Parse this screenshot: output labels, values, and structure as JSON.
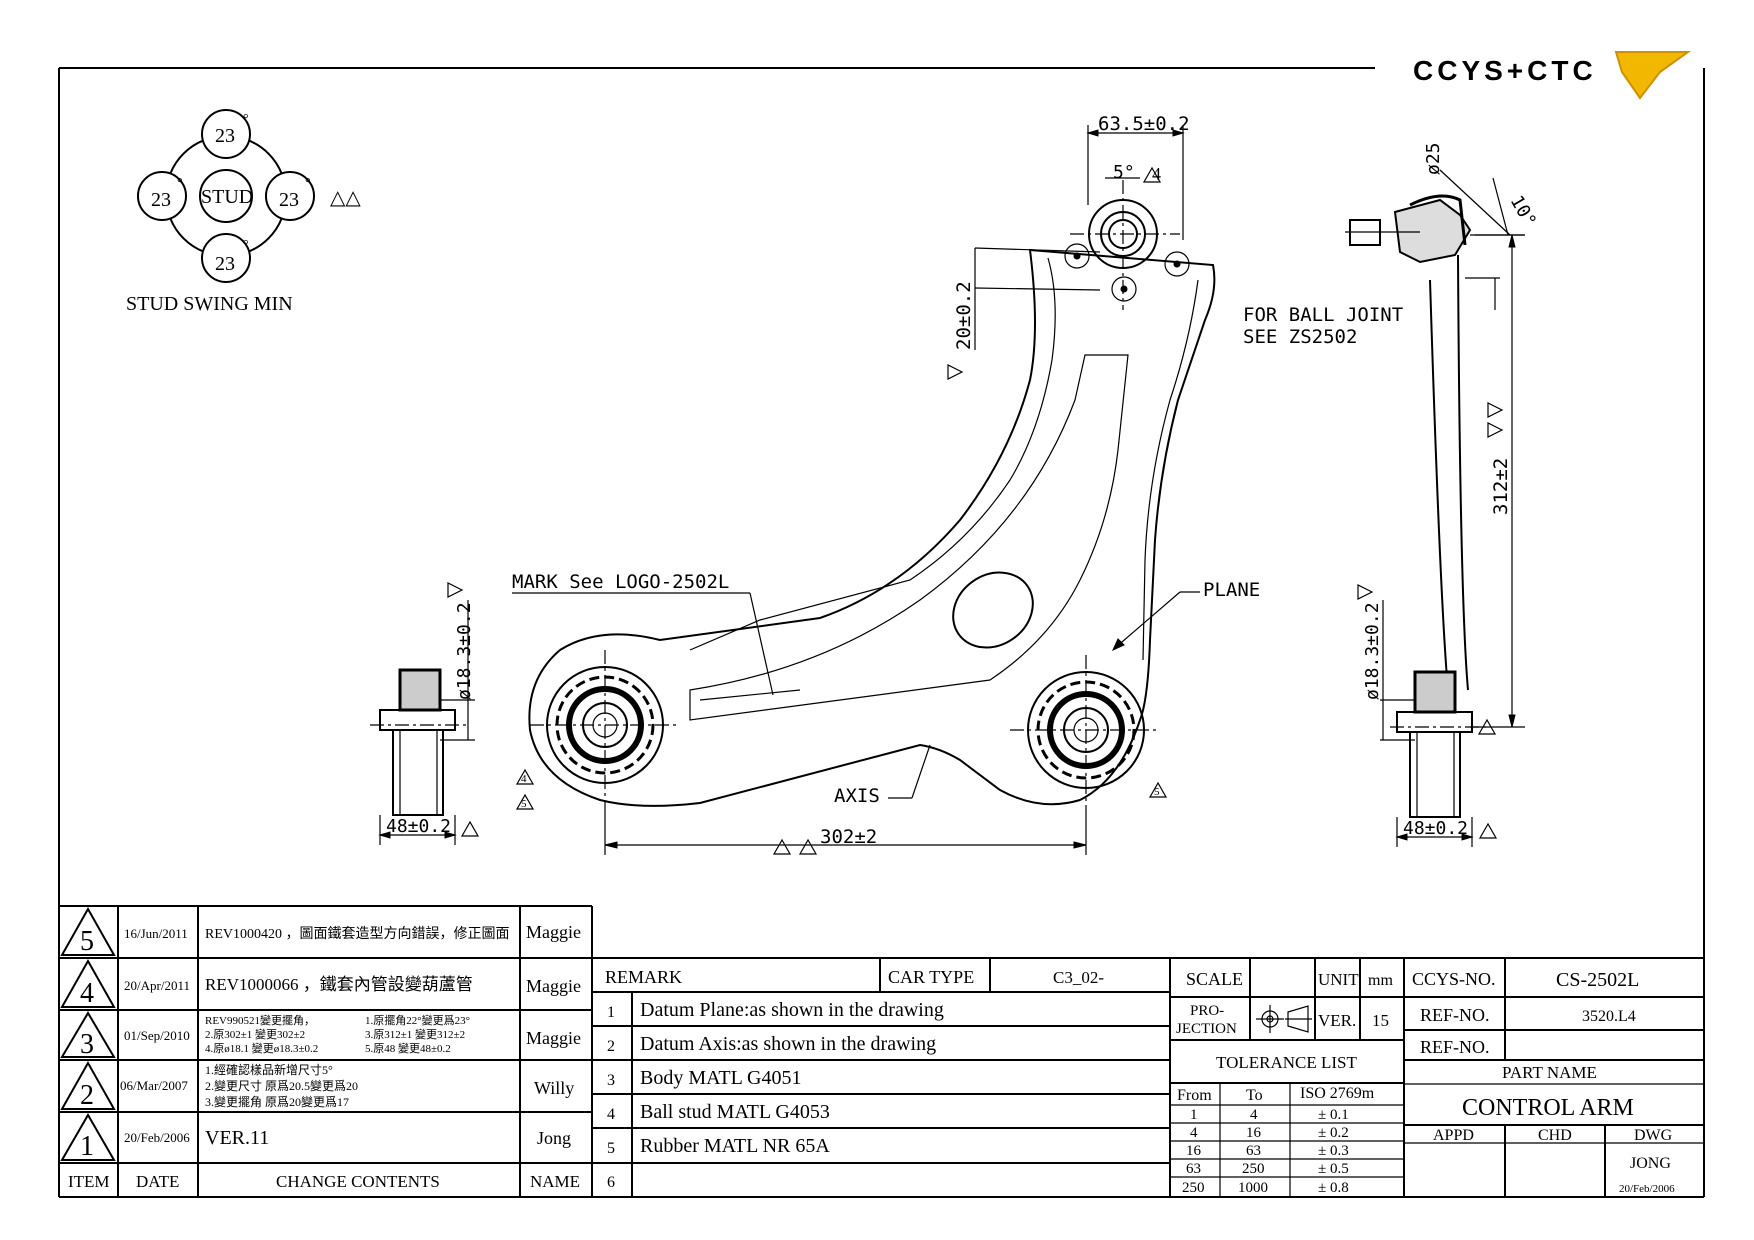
{
  "logo": {
    "text": "CCYS+CTC"
  },
  "stud": {
    "center_label": "STUD",
    "angle_top": "23",
    "angle_left": "23",
    "angle_right": "23",
    "angle_bottom": "23",
    "degree_symbol": "°",
    "caption": "STUD SWING MIN",
    "rev_marks": "△△"
  },
  "dims": {
    "top_width": "63.5±0.2",
    "top_angle": "5°",
    "vert_20": "20±0.2",
    "dia_25": "ø25",
    "angle_10": "10°",
    "ball_joint_l1": "FOR BALL JOINT",
    "ball_joint_l2": "SEE ZS2502",
    "len_312": "312±2",
    "mark_logo": "MARK See LOGO-2502L",
    "plane": "PLANE",
    "axis": "AXIS",
    "len_302": "302±2",
    "dia_left": "ø18.3±0.2",
    "dia_right": "ø18.3±0.2",
    "width_left": "48±0.2",
    "width_right": "48±0.2",
    "rev4": "4",
    "rev5": "5"
  },
  "revisions": [
    {
      "item": "5",
      "date": "16/Jun/2011",
      "content": [
        "REV1000420 ，圖面鐵套造型方向錯誤，修正圖面"
      ],
      "name": "Maggie"
    },
    {
      "item": "4",
      "date": "20/Apr/2011",
      "content": [
        "REV1000066 ，鐵套內管設變葫蘆管"
      ],
      "name": "Maggie"
    },
    {
      "item": "3",
      "date": "01/Sep/2010",
      "content": [
        "REV990521變更擺角，",
        "1.原擺角22°變更爲23°",
        "2.原302±1 變更302±2",
        "3.原312±1 變更312±2",
        "4.原ø18.1 變更ø18.3±0.2",
        "5.原48 變更48±0.2"
      ],
      "name": "Maggie"
    },
    {
      "item": "2",
      "date": "06/Mar/2007",
      "content": [
        "1.經確認樣品新增尺寸5°",
        "2.變更尺寸 原爲20.5變更爲20",
        "3.變更擺角 原爲20變更爲17"
      ],
      "name": "Willy"
    },
    {
      "item": "1",
      "date": "20/Feb/2006",
      "content": [
        "VER.11"
      ],
      "name": "Jong"
    }
  ],
  "rev_header": {
    "item": "ITEM",
    "date": "DATE",
    "content": "CHANGE CONTENTS",
    "name": "NAME"
  },
  "remarks": {
    "header": "REMARK",
    "car_type_label": "CAR TYPE",
    "car_type_value": "C3_02-",
    "rows": [
      {
        "no": "1",
        "text": "Datum Plane:as shown in the drawing"
      },
      {
        "no": "2",
        "text": "Datum Axis:as shown in the drawing"
      },
      {
        "no": "3",
        "text": "Body MATL G4051"
      },
      {
        "no": "4",
        "text": "Ball stud MATL G4053"
      },
      {
        "no": "5",
        "text": "Rubber MATL NR 65A"
      },
      {
        "no": "6",
        "text": ""
      }
    ]
  },
  "tolerance": {
    "scale_label": "SCALE",
    "unit_label": "UNIT",
    "unit_value": "mm",
    "projection_label_1": "PRO-",
    "projection_label_2": "JECTION",
    "ver_label": "VER.",
    "ver_value": "15",
    "title": "TOLERANCE LIST",
    "col_from": "From",
    "col_to": "To",
    "col_iso": "ISO 2769m",
    "rows": [
      {
        "from": "1",
        "to": "4",
        "tol": "± 0.1"
      },
      {
        "from": "4",
        "to": "16",
        "tol": "± 0.2"
      },
      {
        "from": "16",
        "to": "63",
        "tol": "± 0.3"
      },
      {
        "from": "63",
        "to": "250",
        "tol": "± 0.5"
      },
      {
        "from": "250",
        "to": "1000",
        "tol": "± 0.8"
      }
    ]
  },
  "titleblock": {
    "ccys_label": "CCYS-NO.",
    "ccys_value": "CS-2502L",
    "ref1_label": "REF-NO.",
    "ref1_value": "3520.L4",
    "ref2_label": "REF-NO.",
    "ref2_value": "",
    "part_name_label": "PART NAME",
    "part_name_value": "CONTROL ARM",
    "appd": "APPD",
    "chd": "CHD",
    "dwg": "DWG",
    "dwg_name": "JONG",
    "dwg_date": "20/Feb/2006"
  }
}
